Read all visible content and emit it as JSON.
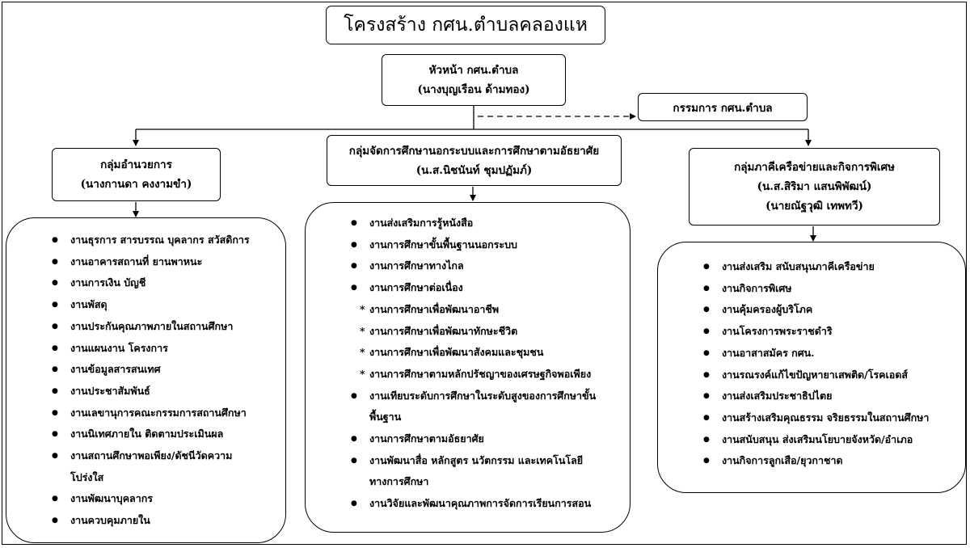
{
  "title": "โครงสร้าง กศน.ตำบลคลองแห",
  "head": {
    "role": "หัวหน้า กศน.ตำบล",
    "name": "(นางบุญเรือน ด้ามทอง)"
  },
  "committee": "กรรมการ กศน.ตำบล",
  "groups": [
    {
      "title": "กลุ่มอำนวยการ",
      "people": [
        "(นางกานดา คงงามขำ)"
      ],
      "tasks": [
        {
          "text": "งานธุรการ สารบรรณ บุคลากร สวัสดิการ"
        },
        {
          "text": "งานอาคารสถานที่ ยานพาหนะ"
        },
        {
          "text": "งานการเงิน บัญชี"
        },
        {
          "text": "งานพัสดุ"
        },
        {
          "text": "งานประกันคุณภาพภายในสถานศึกษา"
        },
        {
          "text": "งานแผนงาน โครงการ"
        },
        {
          "text": "งานข้อมูลสารสนเทศ"
        },
        {
          "text": "งานประชาสัมพันธ์"
        },
        {
          "text": "งานเลขานุการคณะกรรมการสถานศึกษา"
        },
        {
          "text": "งานนิเทศภายใน ติดตามประเมินผล"
        },
        {
          "text": "งานสถานศึกษาพอเพียง/ดัชนีวัดความ",
          "cont": "โปร่งใส"
        },
        {
          "text": "งานพัฒนาบุคลากร"
        },
        {
          "text": "งานควบคุมภายใน"
        }
      ]
    },
    {
      "title": "กลุ่มจัดการศึกษานอกระบบและการศึกษาตามอัธยาศัย",
      "people": [
        "(น.ส.นิชนันท์  ชุมปฏัมภ์)"
      ],
      "tasks": [
        {
          "text": "งานส่งเสริมการรู้หนังสือ"
        },
        {
          "text": "งานการศึกษาขั้นพื้นฐานนอกระบบ"
        },
        {
          "text": "งานการศึกษาทางไกล"
        },
        {
          "text": "งานการศึกษาต่อเนื่อง"
        },
        {
          "text": "งานการศึกษาเพื่อพัฒนาอาชีพ",
          "sub": true
        },
        {
          "text": "งานการศึกษาเพื่อพัฒนาทักษะชีวิต",
          "sub": true
        },
        {
          "text": "งานการศึกษาเพื่อพัฒนาสังคมและชุมชน",
          "sub": true
        },
        {
          "text": "งานการศึกษาตามหลักปรัชญาของเศรษฐกิจพอเพียง",
          "sub": true
        },
        {
          "text": "งานเทียบระดับการศึกษาในระดับสูงของการศึกษาขั้น",
          "cont": "พื้นฐาน"
        },
        {
          "text": "งานการศึกษาตามอัธยาศัย"
        },
        {
          "text": "งานพัฒนาสื่อ หลักสูตร นวัตกรรม และเทคโนโลยี",
          "cont": "ทางการศึกษา"
        },
        {
          "text": "งานวิจัยและพัฒนาคุณภาพการจัดการเรียนการสอน"
        }
      ]
    },
    {
      "title": "กลุ่มภาคีเครือข่ายและกิจการพิเศษ",
      "people": [
        "(น.ส.สิริมา แสนพิพัฒน์)",
        "(นายณัฐวุฒิ เทพทวี)"
      ],
      "tasks": [
        {
          "text": "งานส่งเสริม สนับสนุนภาคีเครือข่าย"
        },
        {
          "text": "งานกิจการพิเศษ"
        },
        {
          "text": "งานคุ้มครองผู้บริโภค"
        },
        {
          "text": "งานโครงการพระราชดำริ"
        },
        {
          "text": "งานอาสาสมัคร กศน."
        },
        {
          "text": "งานรณรงค์แก้ไขปัญหายาเสพติด/โรคเอดส์"
        },
        {
          "text": "งานส่งเสริมประชาธิปไตย"
        },
        {
          "text": "งานสร้างเสริมคุณธรรม จริยธรรมในสถานศึกษา"
        },
        {
          "text": "งานสนับสนุน ส่งเสริมนโยบายจังหวัด/อำเภอ"
        },
        {
          "text": "งานกิจการลูกเสือ/ยุวกาชาด"
        }
      ]
    }
  ]
}
